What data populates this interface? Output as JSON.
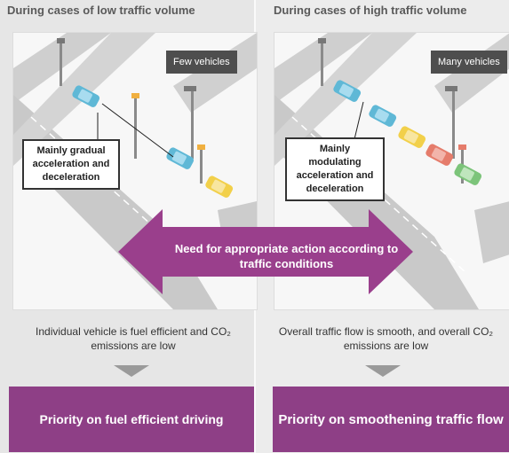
{
  "left_panel": {
    "heading": "During cases of low traffic volume",
    "badge": "Few vehicles",
    "callout": "Mainly gradual acceleration and deceleration",
    "result": "Individual vehicle is fuel efficient and CO₂ emissions are low",
    "priority": "Priority on fuel efficient driving"
  },
  "right_panel": {
    "heading": "During cases of high traffic volume",
    "badge": "Many vehicles",
    "callout": "Mainly modulating acceleration and deceleration",
    "result": "Overall traffic flow is smooth, and overall CO₂ emissions are low",
    "priority": "Priority on smoothening traffic flow"
  },
  "center_arrow": {
    "text": "Need for appropriate action according to traffic conditions"
  },
  "colors": {
    "arrow": "#9a3f8c",
    "priority_box": "#8e3f86",
    "badge": "#4e4e4e",
    "road": "#c9c9c9",
    "car_blue": "#5fb8d6",
    "car_yellow": "#f2d04a",
    "car_red": "#e57c6b",
    "car_green": "#7cc47a"
  }
}
